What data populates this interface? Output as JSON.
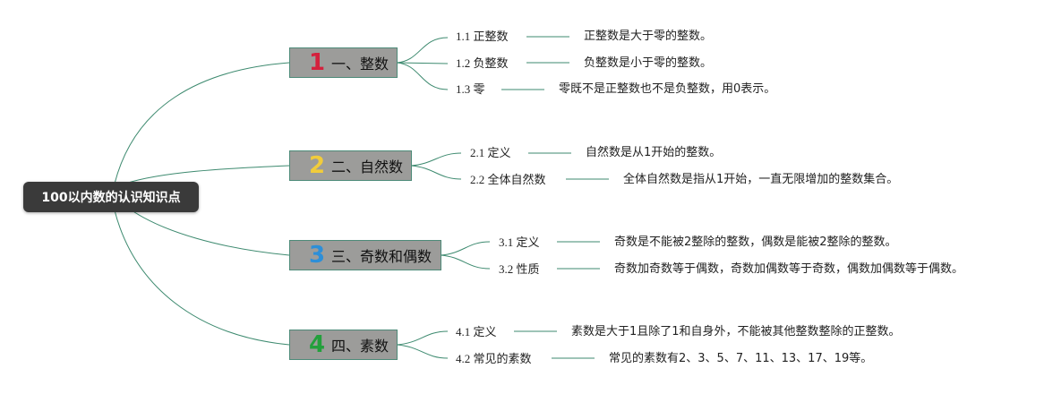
{
  "root": {
    "label": "100以内数的认识知识点"
  },
  "colors": {
    "link": "#3d8a6f",
    "branch_bg": "#9c9c9a",
    "root_bg": "#3a3a3a",
    "num1": "#d4213d",
    "num2": "#f1cc3b",
    "num3": "#2d8fd8",
    "num4": "#23a03c"
  },
  "branches": [
    {
      "number": "1",
      "label": "一、整数",
      "children": [
        {
          "label": "1.1 正整数",
          "desc": "正整数是大于零的整数。"
        },
        {
          "label": "1.2 负整数",
          "desc": "负整数是小于零的整数。"
        },
        {
          "label": "1.3 零",
          "desc": "零既不是正整数也不是负整数，用0表示。"
        }
      ]
    },
    {
      "number": "2",
      "label": "二、自然数",
      "children": [
        {
          "label": "2.1 定义",
          "desc": "自然数是从1开始的整数。"
        },
        {
          "label": "2.2 全体自然数",
          "desc": "全体自然数是指从1开始，一直无限增加的整数集合。"
        }
      ]
    },
    {
      "number": "3",
      "label": "三、奇数和偶数",
      "children": [
        {
          "label": "3.1 定义",
          "desc": "奇数是不能被2整除的整数，偶数是能被2整除的整数。"
        },
        {
          "label": "3.2 性质",
          "desc": "奇数加奇数等于偶数，奇数加偶数等于奇数，偶数加偶数等于偶数。"
        }
      ]
    },
    {
      "number": "4",
      "label": "四、素数",
      "children": [
        {
          "label": "4.1 定义",
          "desc": "素数是大于1且除了1和自身外，不能被其他整数整除的正整数。"
        },
        {
          "label": "4.2 常见的素数",
          "desc": "常见的素数有2、3、5、7、11、13、17、19等。"
        }
      ]
    }
  ]
}
